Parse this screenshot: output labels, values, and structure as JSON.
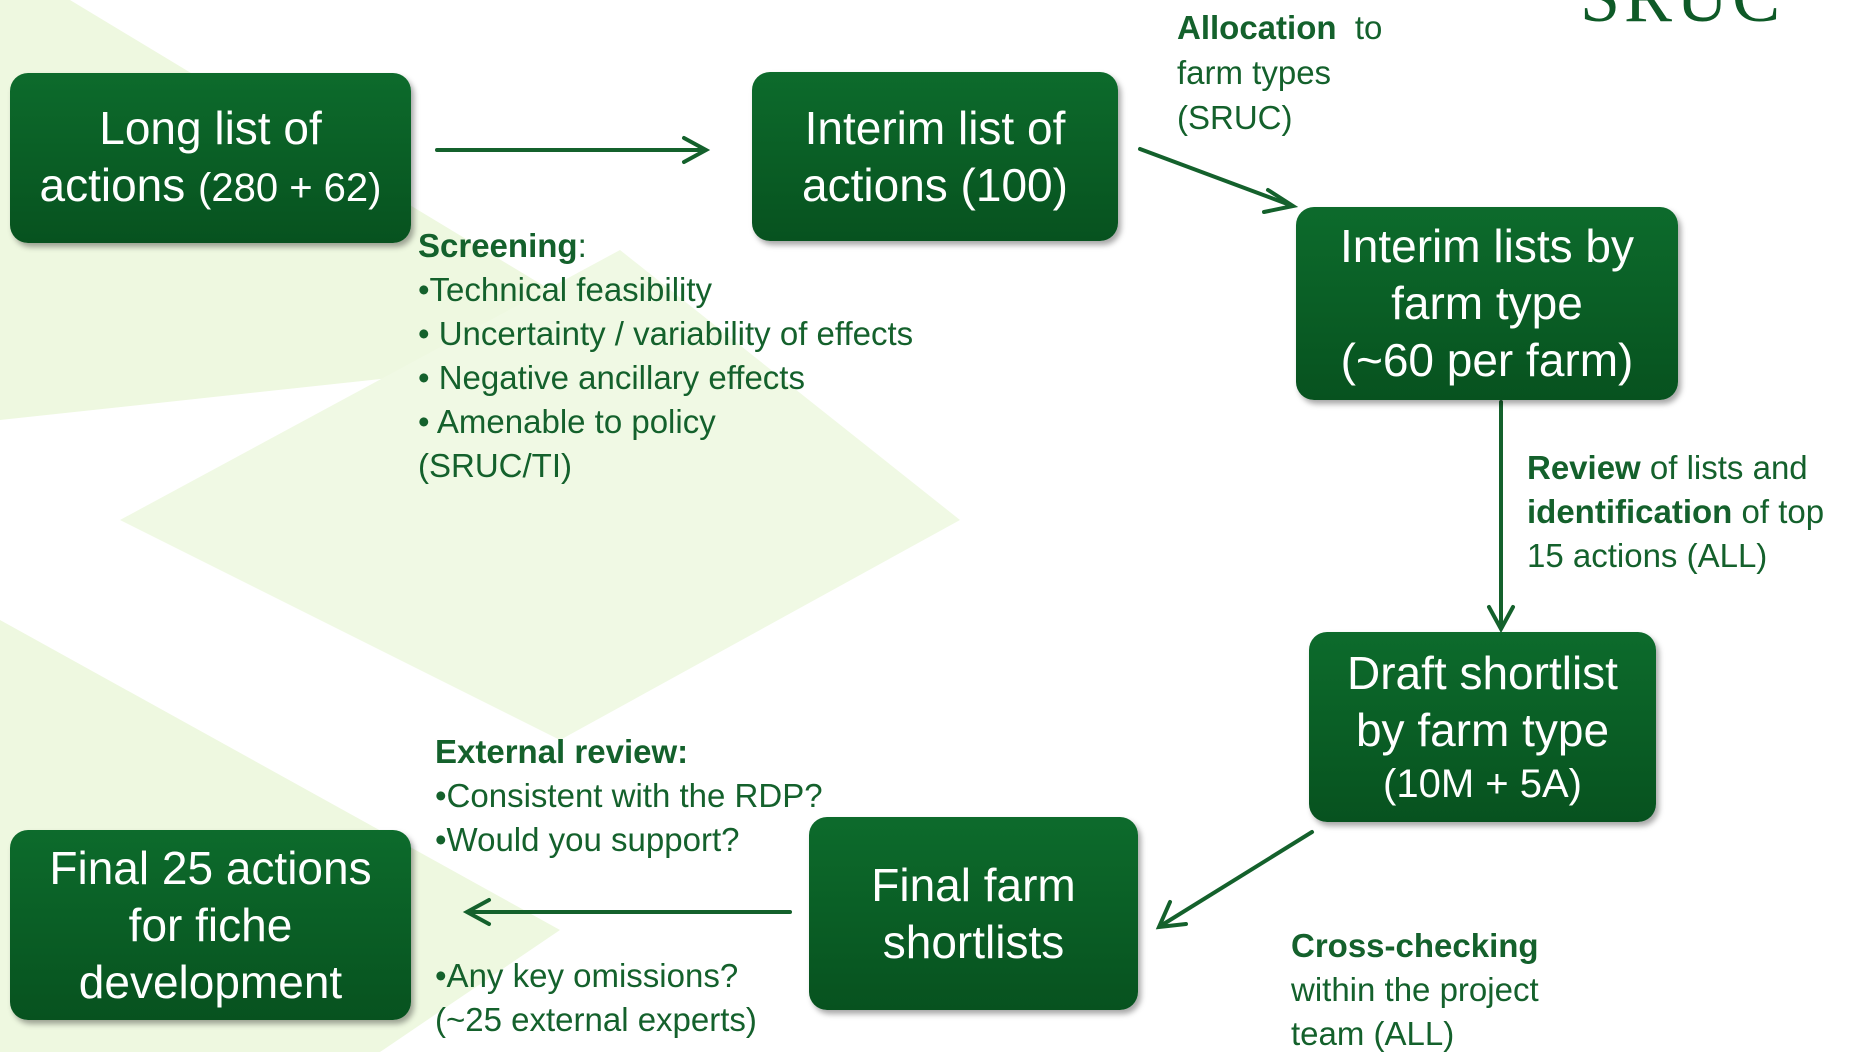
{
  "logo": "SRUC",
  "boxes": {
    "long_list": {
      "line1": "Long list of",
      "line2_main": "actions",
      "line2_small": "(280 + 62)"
    },
    "interim_list": {
      "line1": "Interim list of",
      "line2": "actions (100)"
    },
    "interim_by_type": {
      "line1": "Interim lists by",
      "line2": "farm type",
      "line3": "(~60 per farm)"
    },
    "draft_shortlist": {
      "line1": "Draft shortlist",
      "line2": "by farm type",
      "line3": "(10M + 5A)"
    },
    "final_farm": {
      "line1": "Final farm",
      "line2": "shortlists"
    },
    "final_25": {
      "line1": "Final 25 actions",
      "line2": "for fiche",
      "line3": "development"
    }
  },
  "annotations": {
    "screening": {
      "title": "Screening",
      "colon": ":",
      "items": [
        "•Technical feasibility",
        "• Uncertainty / variability of effects",
        "• Negative ancillary effects",
        "• Amenable to policy"
      ],
      "source": "(SRUC/TI)"
    },
    "allocation": {
      "bold": "Allocation",
      "rest": "  to",
      "line2": "farm types",
      "line3": "(SRUC)"
    },
    "review": {
      "bold1": "Review",
      "rest1": " of lists and",
      "bold2": "identification",
      "rest2": " of top",
      "line3": "15 actions (ALL)"
    },
    "external": {
      "title": "External review:",
      "item1": "•Consistent with the RDP?",
      "item2": "•Would you support?",
      "item3": "•Any key omissions?",
      "item4": "(~25 external experts)"
    },
    "crosscheck": {
      "bold": "Cross-checking",
      "line2": "within the project",
      "line3": "team (ALL)"
    }
  },
  "colors": {
    "box": "#0a5f26",
    "text_green": "#14612c",
    "bg_shape": "#ecf7dc",
    "arrow": "#14612c"
  }
}
